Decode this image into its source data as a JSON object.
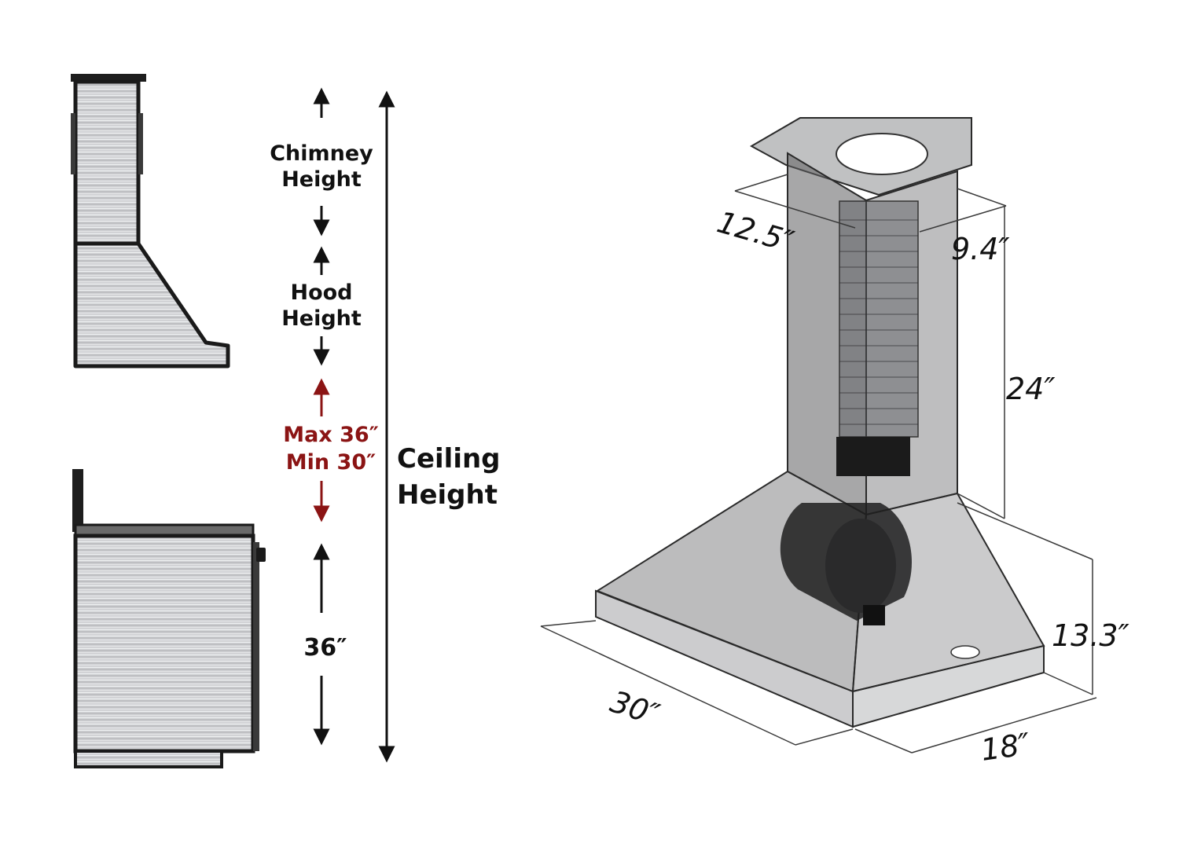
{
  "side_view": {
    "labels": {
      "chimney_line1": "Chimney",
      "chimney_line2": "Height",
      "hood_line1": "Hood",
      "hood_line2": "Height",
      "gap_max": "Max 36″",
      "gap_min": "Min 30″",
      "counter_height": "36″",
      "ceiling_line1": "Ceiling",
      "ceiling_line2": "Height"
    },
    "colors": {
      "label": "#111111",
      "gap_accent": "#8b1414",
      "steel_light": "#d9dadc",
      "steel_dark": "#9a9ca0",
      "outline": "#1a1a1a"
    }
  },
  "hood_3d": {
    "dimensions": {
      "chimney_width": "12.5″",
      "chimney_depth": "9.4″",
      "chimney_height": "24″",
      "hood_height": "13.3″",
      "hood_width": "30″",
      "hood_depth": "18″"
    },
    "colors": {
      "glass": "#6f6f70",
      "glass_light": "#a9aaac",
      "edge": "#2a2a2a",
      "blower": "#1b1b1b",
      "dim_line": "#3a3a3a"
    }
  }
}
